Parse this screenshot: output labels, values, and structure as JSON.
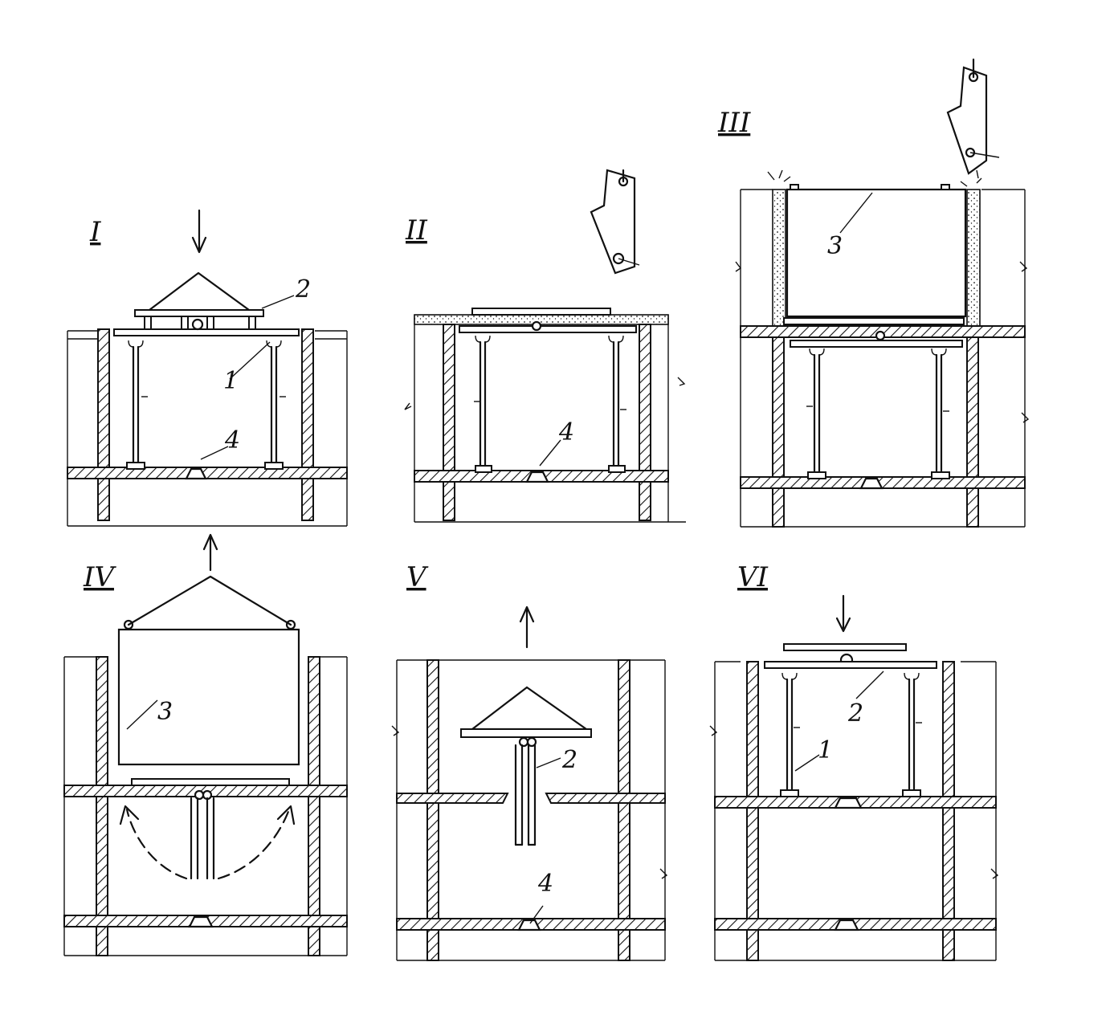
{
  "panels": [
    {
      "id": "I",
      "label": "I",
      "callouts": [
        "2",
        "1",
        "4"
      ]
    },
    {
      "id": "II",
      "label": "II",
      "callouts": [
        "4"
      ]
    },
    {
      "id": "III",
      "label": "III",
      "callouts": [
        "3"
      ]
    },
    {
      "id": "IV",
      "label": "IV",
      "callouts": [
        "3"
      ]
    },
    {
      "id": "V",
      "label": "V",
      "callouts": [
        "2",
        "4"
      ]
    },
    {
      "id": "VI",
      "label": "VI",
      "callouts": [
        "2",
        "1"
      ]
    }
  ]
}
